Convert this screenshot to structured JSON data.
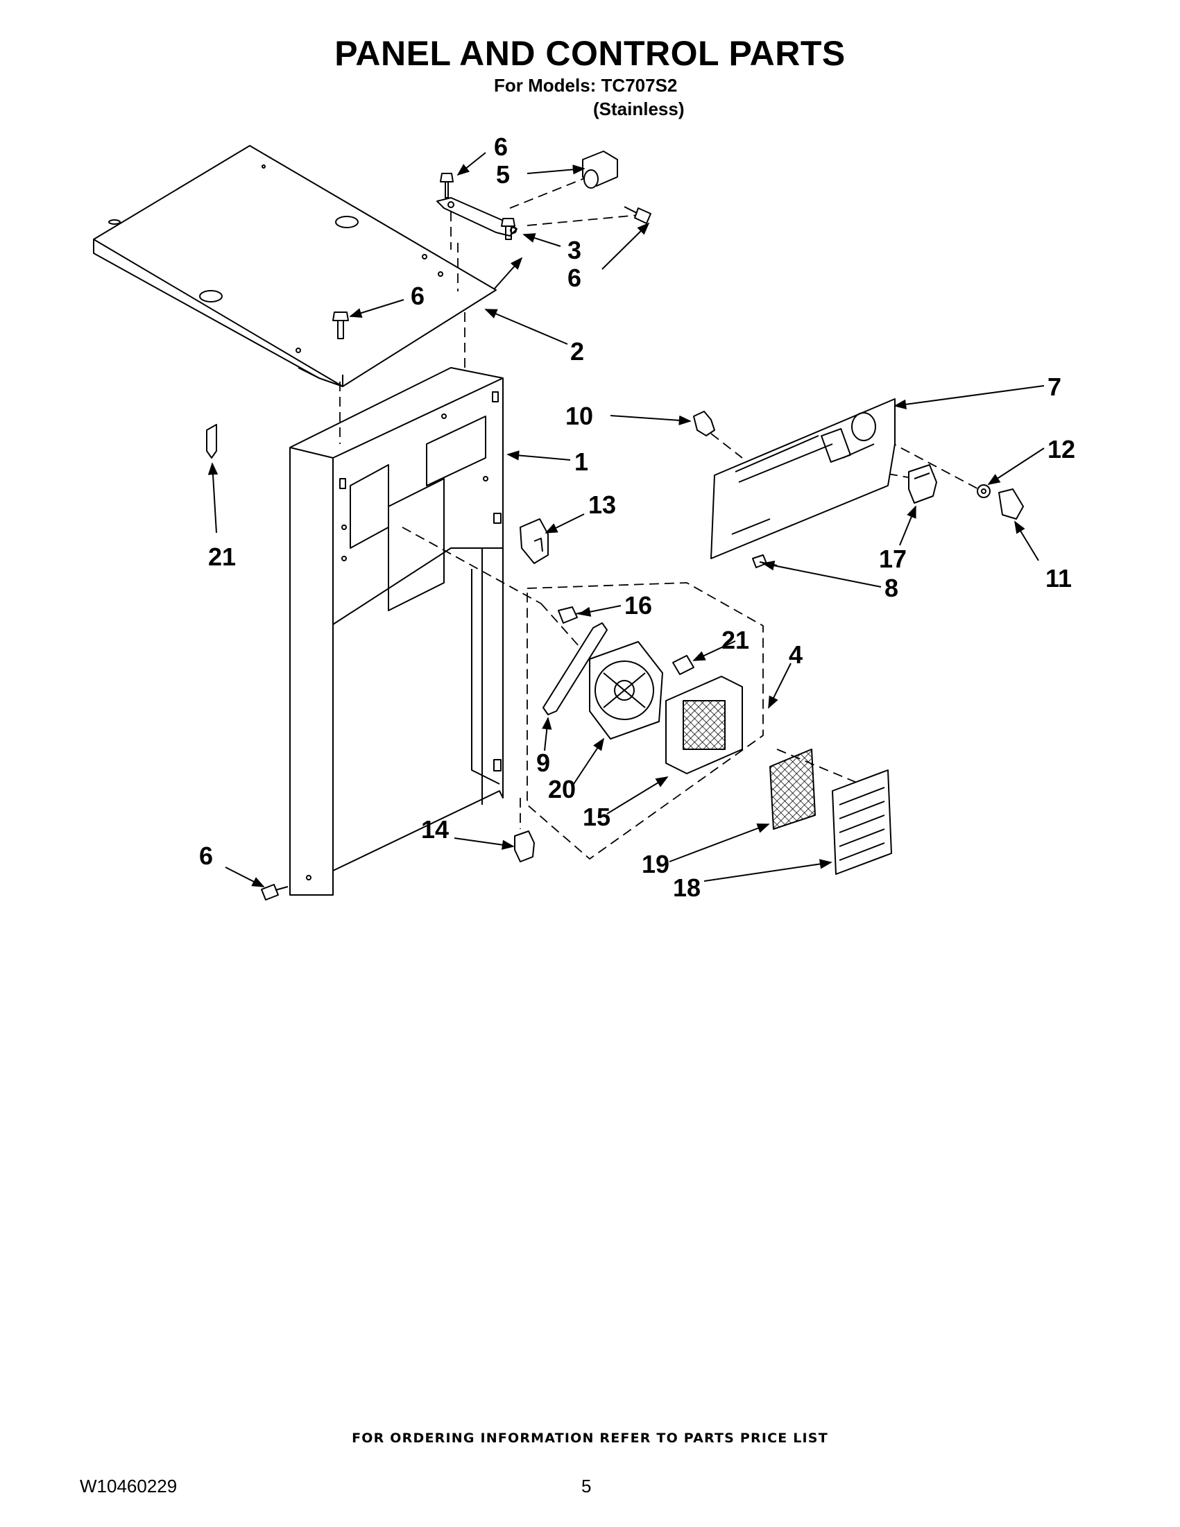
{
  "header": {
    "title": "PANEL AND CONTROL PARTS",
    "models_line": "For Models: TC707S2",
    "variant": "(Stainless)"
  },
  "callouts": [
    "6",
    "5",
    "3",
    "6",
    "6",
    "2",
    "7",
    "10",
    "1",
    "12",
    "13",
    "17",
    "11",
    "21",
    "8",
    "16",
    "21",
    "4",
    "9",
    "20",
    "15",
    "14",
    "19",
    "18",
    "6"
  ],
  "footer": {
    "ordering_note": "FOR ORDERING INFORMATION REFER TO PARTS PRICE LIST",
    "doc_number": "W10460229",
    "page_number": "5"
  }
}
